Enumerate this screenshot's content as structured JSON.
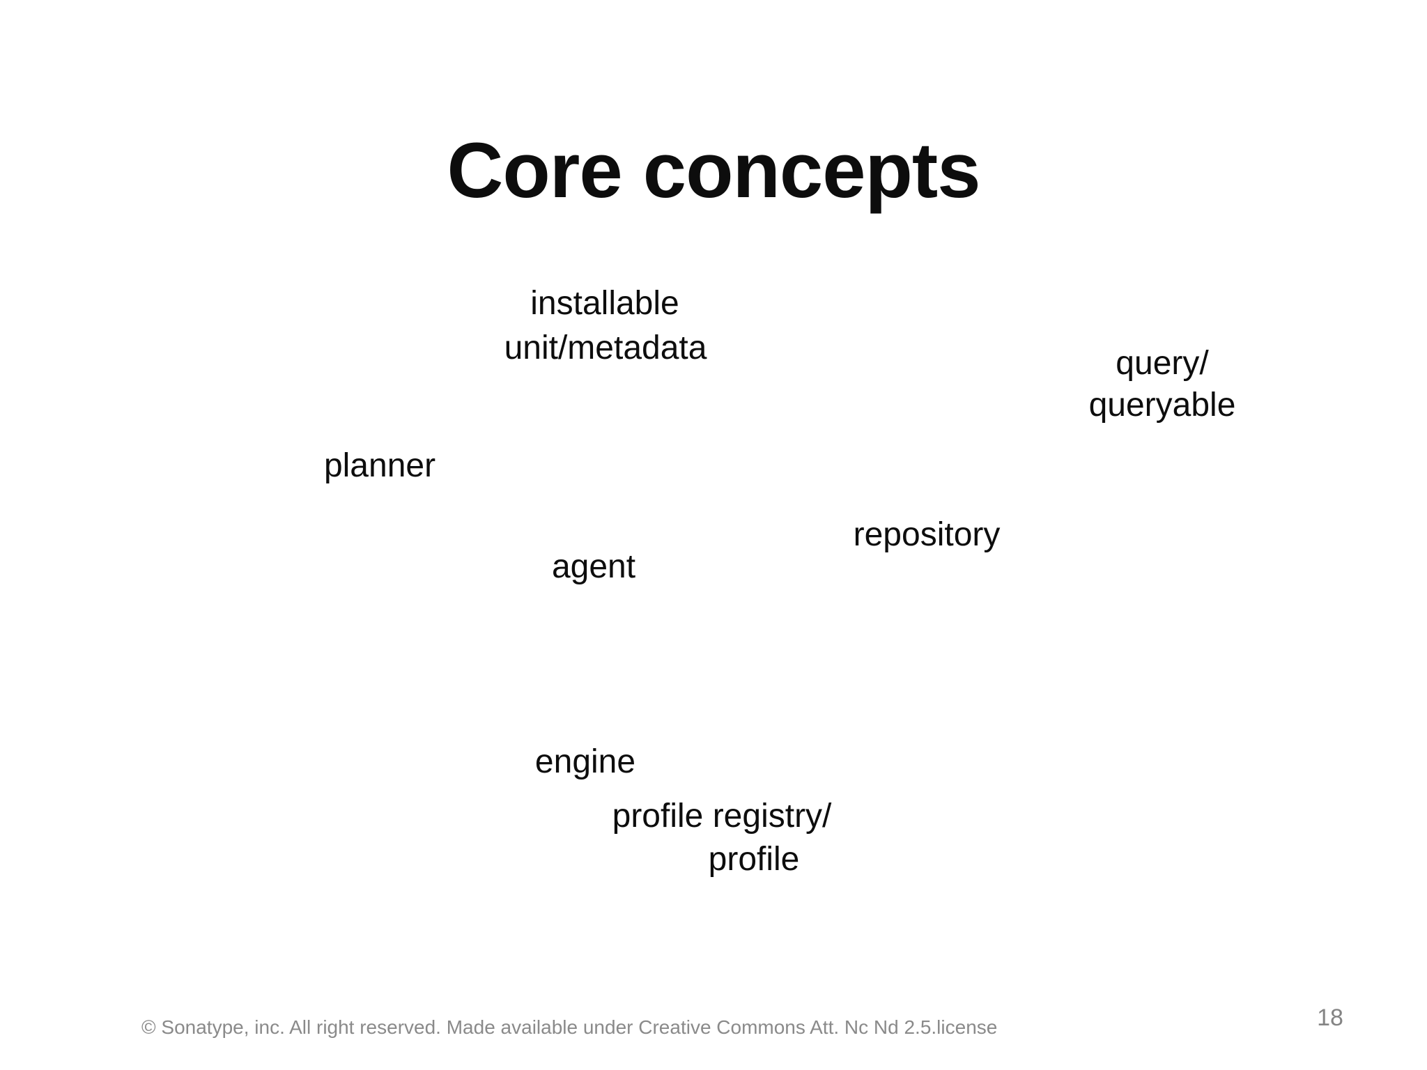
{
  "slide": {
    "title": "Core concepts",
    "concepts": [
      {
        "name": "installable-unit-metadata",
        "lines": [
          "installable",
          "unit/metadata"
        ]
      },
      {
        "name": "query-queryable",
        "lines": [
          "query/",
          "queryable"
        ]
      },
      {
        "name": "planner",
        "lines": [
          "planner"
        ]
      },
      {
        "name": "repository",
        "lines": [
          "repository"
        ]
      },
      {
        "name": "agent",
        "lines": [
          "agent"
        ]
      },
      {
        "name": "engine",
        "lines": [
          "engine"
        ]
      },
      {
        "name": "profile-registry-profile",
        "lines": [
          "profile registry/",
          "profile"
        ]
      }
    ],
    "footer": {
      "text": "© Sonatype, inc. All right reserved. Made available under Creative Commons Att. Nc Nd 2.5.license"
    },
    "page_number": "18",
    "colors": {
      "background": "#ffffff",
      "text": "#0d0d0d",
      "muted": "#8a8a8a"
    }
  }
}
